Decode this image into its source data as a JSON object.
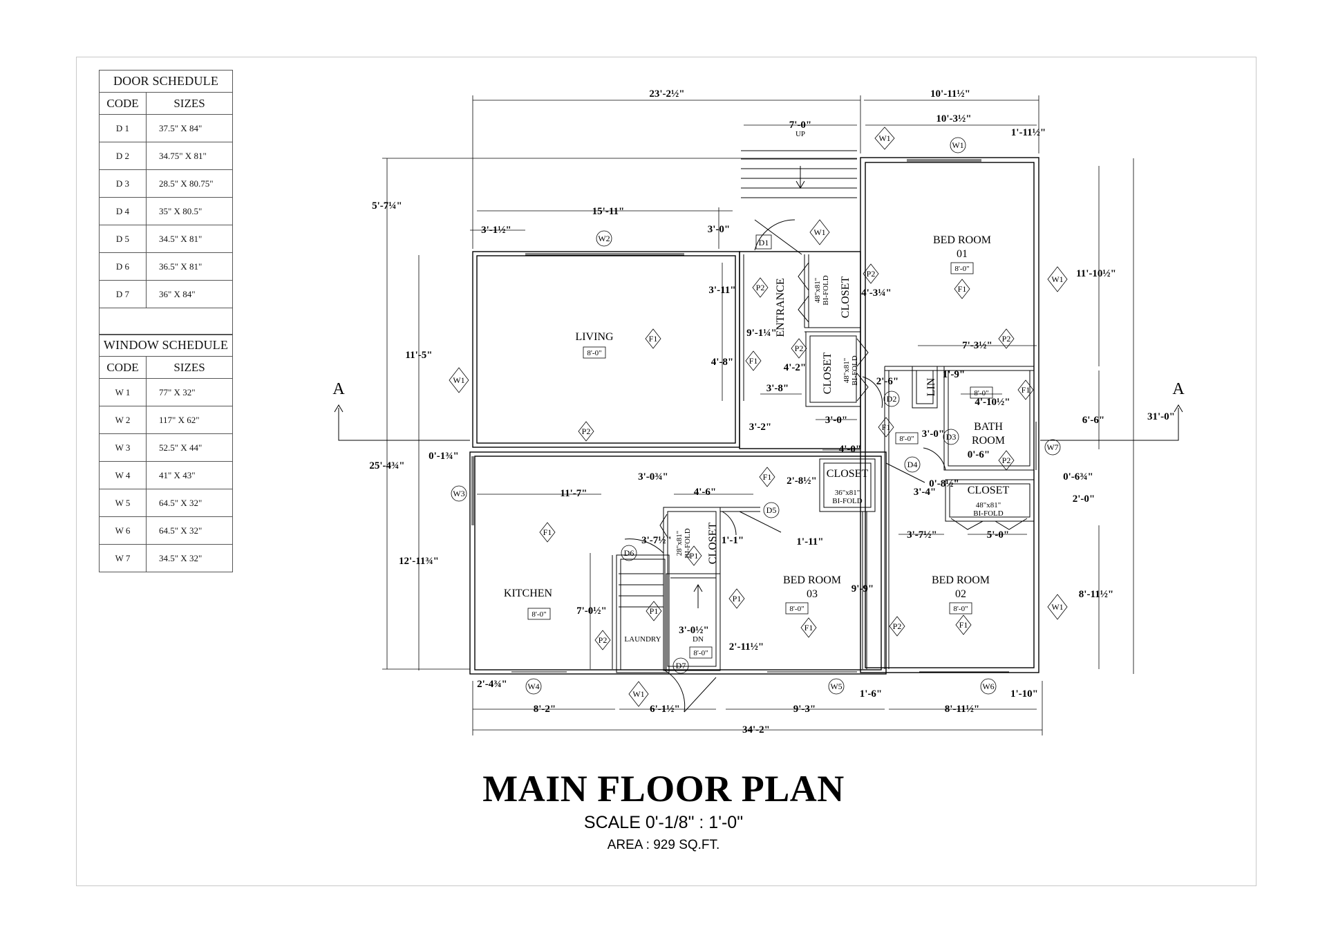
{
  "door_schedule": {
    "title": "DOOR SCHEDULE",
    "col_code": "CODE",
    "col_sizes": "SIZES",
    "rows": [
      {
        "code": "D 1",
        "size": "37.5\" X 84\""
      },
      {
        "code": "D 2",
        "size": "34.75\" X 81\""
      },
      {
        "code": "D 3",
        "size": "28.5\" X 80.75\""
      },
      {
        "code": "D 4",
        "size": "35\" X 80.5\""
      },
      {
        "code": "D 5",
        "size": "34.5\" X 81\""
      },
      {
        "code": "D 6",
        "size": "36.5\" X 81\""
      },
      {
        "code": "D 7",
        "size": "36\" X 84\""
      }
    ]
  },
  "window_schedule": {
    "title": "WINDOW SCHEDULE",
    "col_code": "CODE",
    "col_sizes": "SIZES",
    "rows": [
      {
        "code": "W 1",
        "size": "77\" X 32\""
      },
      {
        "code": "W 2",
        "size": "117\" X 62\""
      },
      {
        "code": "W 3",
        "size": "52.5\" X 44\""
      },
      {
        "code": "W 4",
        "size": "41\" X 43\""
      },
      {
        "code": "W 5",
        "size": "64.5\" X 32\""
      },
      {
        "code": "W 6",
        "size": "64.5\" X 32\""
      },
      {
        "code": "W 7",
        "size": "34.5\" X 32\""
      }
    ]
  },
  "rooms": {
    "living": "LIVING",
    "kitchen": "KITCHEN",
    "bed1": "BED ROOM",
    "bed1_num": "01",
    "bed2": "BED ROOM",
    "bed2_num": "02",
    "bed3": "BED ROOM",
    "bed3_num": "03",
    "bath1": "BATH",
    "bath2": "ROOM",
    "entrance": "ENTRANCE",
    "laundry": "LAUNDRY",
    "closet": "CLOSET",
    "lin": "LIN",
    "bifold": "BI-FOLD",
    "bifold_48": "48\"x81\"",
    "bifold_36": "36\"x81\"",
    "bifold_28": "28\"x81\"",
    "up": "UP",
    "dn": "DN",
    "ceiling": "8'-0\""
  },
  "tags": {
    "f1": "F1",
    "p1": "P1",
    "p2": "P2",
    "w1": "W1",
    "w2": "W2",
    "w3": "W3",
    "w4": "W4",
    "w5": "W5",
    "w6": "W6",
    "w7": "W7",
    "d1": "D1",
    "d2": "D2",
    "d3": "D3",
    "d4": "D4",
    "d5": "D5",
    "d6": "D6",
    "d7": "D7"
  },
  "section_marker": "A",
  "dimensions": {
    "top_overall_left": "23'-2½\"",
    "top_overall_right": "10'-11½\"",
    "top_stair": "7'-0\"",
    "top_bed1": "10'-3½\"",
    "top_bed1_right": "1'-11½\"",
    "left_top": "5'-7¼\"",
    "left_overall": "25'-4¾\"",
    "living_width": "15'-11\"",
    "living_left": "3'-1½\"",
    "living_right": "3'-0\"",
    "living_height": "11'-5\"",
    "living_small": "0'-1¾\"",
    "entrance_h1": "3'-11\"",
    "entrance_h2": "9'-1¼\"",
    "entrance_h3": "4'-8\"",
    "entrance_w": "3'-8\"",
    "entrance_h4": "3'-2\"",
    "closet_a": "4'-3¼\"",
    "closet_b": "4'-2\"",
    "closet_w": "3'-0\"",
    "closet_d2": "2'-6\"",
    "bed1_w": "7'-3½\"",
    "lin_w": "1'-9\"",
    "bath_w": "4'-10½\"",
    "bath_h": "3'-0\"",
    "bath_small": "0'-6\"",
    "right_bed1": "11'-10½\"",
    "right_overall": "31'-0\"",
    "right_bath": "6'-6\"",
    "right_small": "0'-6¾\"",
    "right_2": "2'-0\"",
    "right_bed2": "8'-11½\"",
    "kitchen_w": "11'-7\"",
    "kitchen_h": "12'-11¾\"",
    "kitchen_small": "3'-0¾\"",
    "closet3_w": "4'-6\"",
    "closet3_h": "1'-1\"",
    "hall_w": "4'-0\"",
    "hall_h": "2'-8½\"",
    "bed3_door": "1'-11\"",
    "bed3_h": "9'-9\"",
    "d4_a": "3'-4\"",
    "d4_b": "0'-8½\"",
    "bed2_a": "3'-7½\"",
    "bed2_b": "5'-0\"",
    "laundry_a": "3'-7½\"",
    "laundry_b": "7'-0½\"",
    "laundry_c": "3'-0½\"",
    "laundry_d": "2'-11½\"",
    "bottom_w4": "2'-4¾\"",
    "bottom_kitchen": "8'-2\"",
    "bottom_stair": "6'-1½\"",
    "bottom_bed3": "9'-3\"",
    "bottom_w5r": "1'-6\"",
    "bottom_bed2": "8'-11½\"",
    "bottom_w6r": "1'-10\"",
    "bottom_overall": "34'-2\""
  },
  "title": {
    "main": "MAIN FLOOR PLAN",
    "scale": "SCALE  0'-1/8\" : 1'-0\"",
    "area": "AREA : 929 SQ.FT."
  }
}
